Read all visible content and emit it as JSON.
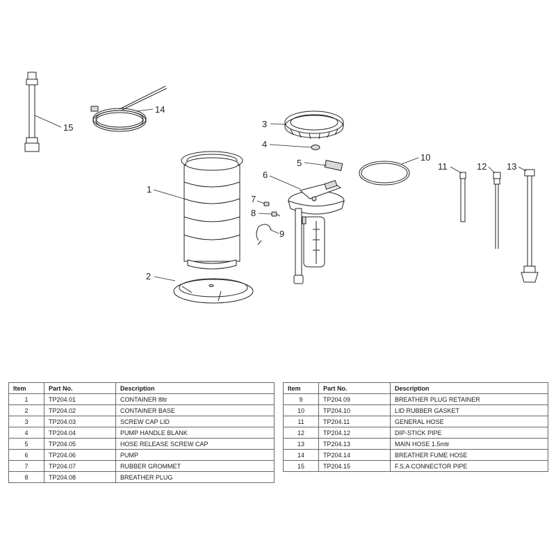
{
  "callouts": [
    "1",
    "2",
    "3",
    "4",
    "5",
    "6",
    "7",
    "8",
    "9",
    "10",
    "11",
    "12",
    "13",
    "14",
    "15"
  ],
  "table": {
    "headers": {
      "item": "Item",
      "part_no": "Part No.",
      "description": "Description"
    },
    "left_rows": [
      {
        "item": "1",
        "part_no": "TP204.01",
        "description": "CONTAINER 8ltr"
      },
      {
        "item": "2",
        "part_no": "TP204.02",
        "description": "CONTAINER BASE"
      },
      {
        "item": "3",
        "part_no": "TP204.03",
        "description": "SCREW CAP LID"
      },
      {
        "item": "4",
        "part_no": "TP204.04",
        "description": "PUMP HANDLE BLANK"
      },
      {
        "item": "5",
        "part_no": "TP204.05",
        "description": "HOSE RELEASE SCREW CAP"
      },
      {
        "item": "6",
        "part_no": "TP204.06",
        "description": "PUMP"
      },
      {
        "item": "7",
        "part_no": "TP204.07",
        "description": "RUBBER GROMMET"
      },
      {
        "item": "8",
        "part_no": "TP204.08",
        "description": "BREATHER PLUG"
      }
    ],
    "right_rows": [
      {
        "item": "9",
        "part_no": "TP204.09",
        "description": "BREATHER PLUG RETAINER"
      },
      {
        "item": "10",
        "part_no": "TP204.10",
        "description": "LID RUBBER GASKET"
      },
      {
        "item": "11",
        "part_no": "TP204.11",
        "description": "GENERAL HOSE"
      },
      {
        "item": "12",
        "part_no": "TP204.12",
        "description": "DIP-STICK PIPE"
      },
      {
        "item": "13",
        "part_no": "TP204.13",
        "description": "MAIN HOSE 1.5mtr"
      },
      {
        "item": "14",
        "part_no": "TP204.14",
        "description": "BREATHER FUME HOSE"
      },
      {
        "item": "15",
        "part_no": "TP204.15",
        "description": "F.S.A CONNECTOR PIPE"
      }
    ]
  }
}
